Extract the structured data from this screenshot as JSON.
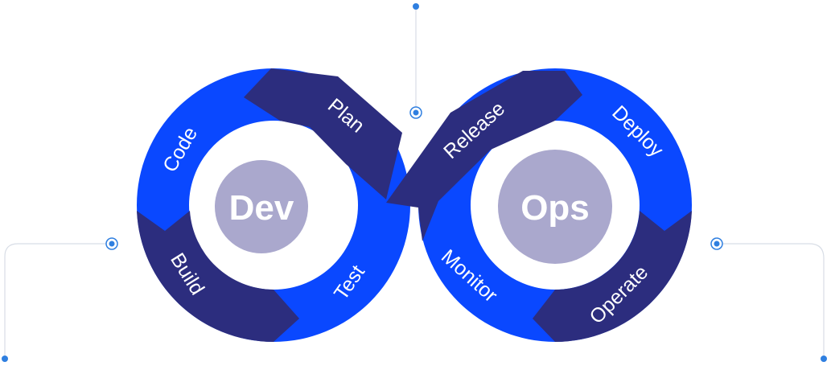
{
  "colors": {
    "bright_blue": "#0a48ff",
    "dark_navy": "#2c2d7e",
    "circle": "#aaa8cd",
    "connector": "#d8dde6",
    "dot": "#2f7fe0"
  },
  "diagram": {
    "centers": {
      "dev": "Dev",
      "ops": "Ops"
    },
    "segments": {
      "plan": "Plan",
      "code": "Code",
      "build": "Build",
      "test": "Test",
      "release": "Release",
      "deploy": "Deploy",
      "operate": "Operate",
      "monitor": "Monitor"
    }
  }
}
